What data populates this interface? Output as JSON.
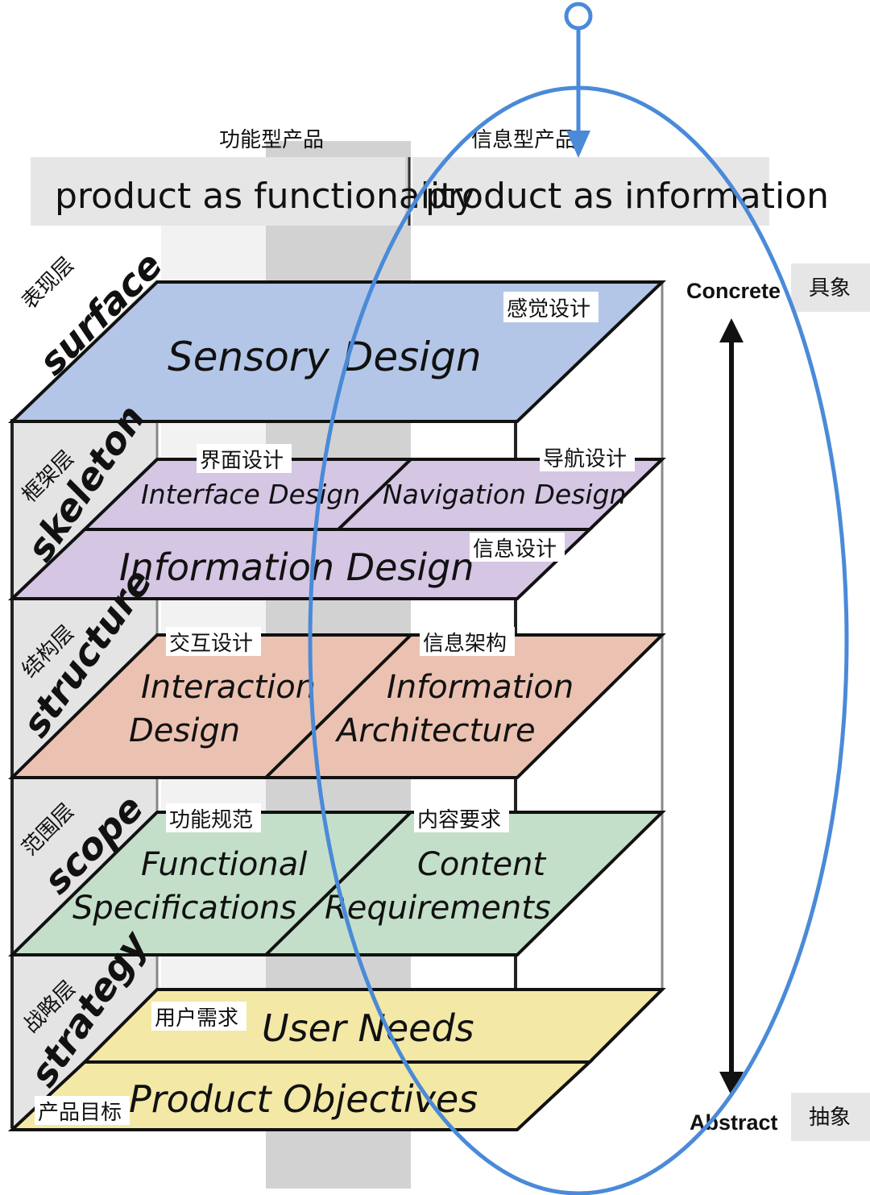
{
  "header": {
    "functionality_zh": "功能型产品",
    "functionality_en": "product as functionality",
    "information_zh": "信息型产品",
    "information_en": "product as information"
  },
  "layers": {
    "surface": {
      "zh": "表现层",
      "en": "surface"
    },
    "skeleton": {
      "zh": "框架层",
      "en": "skeleton"
    },
    "structure": {
      "zh": "结构层",
      "en": "structure"
    },
    "scope": {
      "zh": "范围层",
      "en": "scope"
    },
    "strategy": {
      "zh": "战略层",
      "en": "strategy"
    }
  },
  "planes": {
    "sensory_design": {
      "en": "Sensory Design",
      "zh": "感觉设计"
    },
    "interface_design": {
      "en": "Interface Design",
      "zh": "界面设计"
    },
    "navigation_design": {
      "en": "Navigation Design",
      "zh": "导航设计"
    },
    "information_design": {
      "en": "Information Design",
      "zh": "信息设计"
    },
    "interaction_design": {
      "en_line1": "Interaction",
      "en_line2": "Design",
      "zh": "交互设计"
    },
    "information_architecture": {
      "en_line1": "Information",
      "en_line2": "Architecture",
      "zh": "信息架构"
    },
    "functional_specifications": {
      "en_line1": "Functional",
      "en_line2": "Specifications",
      "zh": "功能规范"
    },
    "content_requirements": {
      "en_line1": "Content",
      "en_line2": "Requirements",
      "zh": "内容要求"
    },
    "user_needs": {
      "en": "User Needs",
      "zh": "用户需求"
    },
    "product_objectives": {
      "en": "Product Objectives",
      "zh": "产品目标"
    }
  },
  "axis": {
    "concrete_en": "Concrete",
    "concrete_zh": "具象",
    "abstract_en": "Abstract",
    "abstract_zh": "抽象"
  },
  "colors": {
    "surface": "#b3c6e7",
    "skeleton": "#d5c6e4",
    "structure": "#ebc2b1",
    "scope": "#c4dfc9",
    "strategy": "#f3e8a6",
    "highlight_ellipse": "#4a8ad8",
    "column_band": "#d8d8d8"
  }
}
